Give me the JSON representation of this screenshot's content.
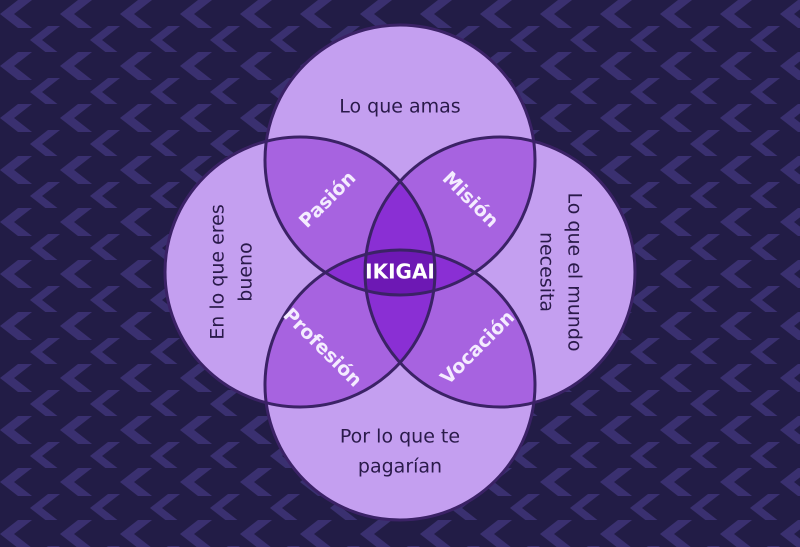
{
  "diagram": {
    "circles": {
      "top": "Lo que amas",
      "left_line1": "En lo que eres",
      "left_line2": "bueno",
      "right_line1": "Lo que el mundo",
      "right_line2": "necesita",
      "bottom_line1": "Por lo que te",
      "bottom_line2": "pagarían"
    },
    "overlaps": {
      "top_left": "Pasión",
      "top_right": "Misión",
      "bottom_left": "Profesión",
      "bottom_right": "Vocación"
    },
    "center": "IKIGAI"
  },
  "colors": {
    "background": "#221c46",
    "pattern": "#3a3070",
    "circle_fill": "#c49ff0",
    "overlap_fill": "#a763e0",
    "triple_fill": "#8a2fd4",
    "center_fill": "#6d18b4",
    "outline": "#3b2266"
  }
}
